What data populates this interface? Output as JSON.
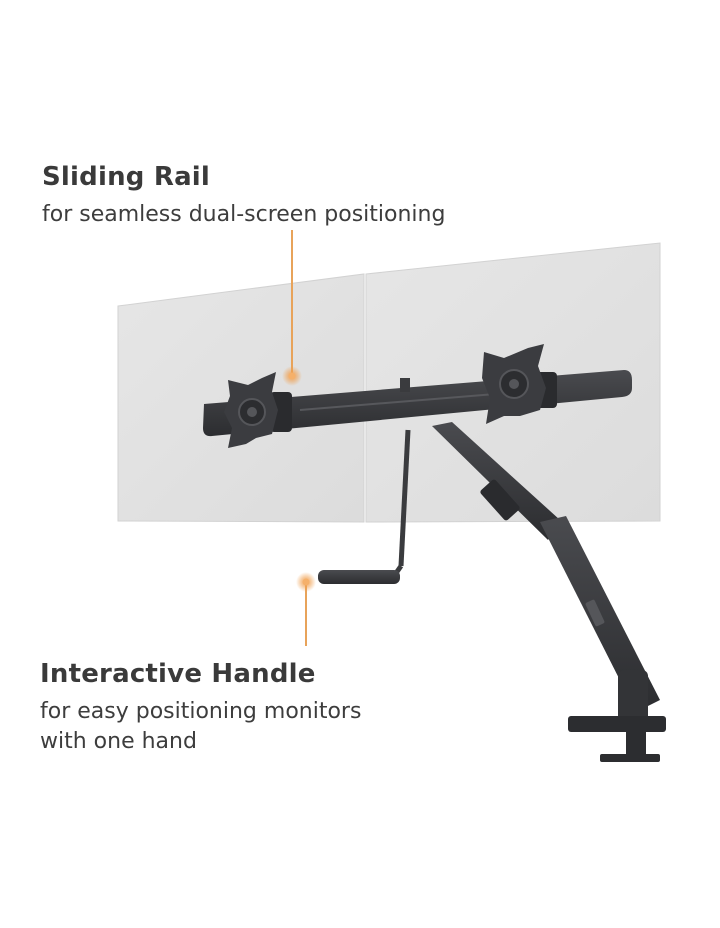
{
  "callouts": {
    "sliding_rail": {
      "title": "Sliding Rail",
      "description": "for seamless dual-screen positioning"
    },
    "interactive_handle": {
      "title": "Interactive Handle",
      "description_line1": "for easy positioning monitors",
      "description_line2": "with one hand"
    }
  },
  "colors": {
    "accent_orange": "#e8a35a",
    "arm_dark": "#3a3b3e",
    "screen_gray": "#e2e2e2",
    "text_dark": "#3a3a3a"
  }
}
